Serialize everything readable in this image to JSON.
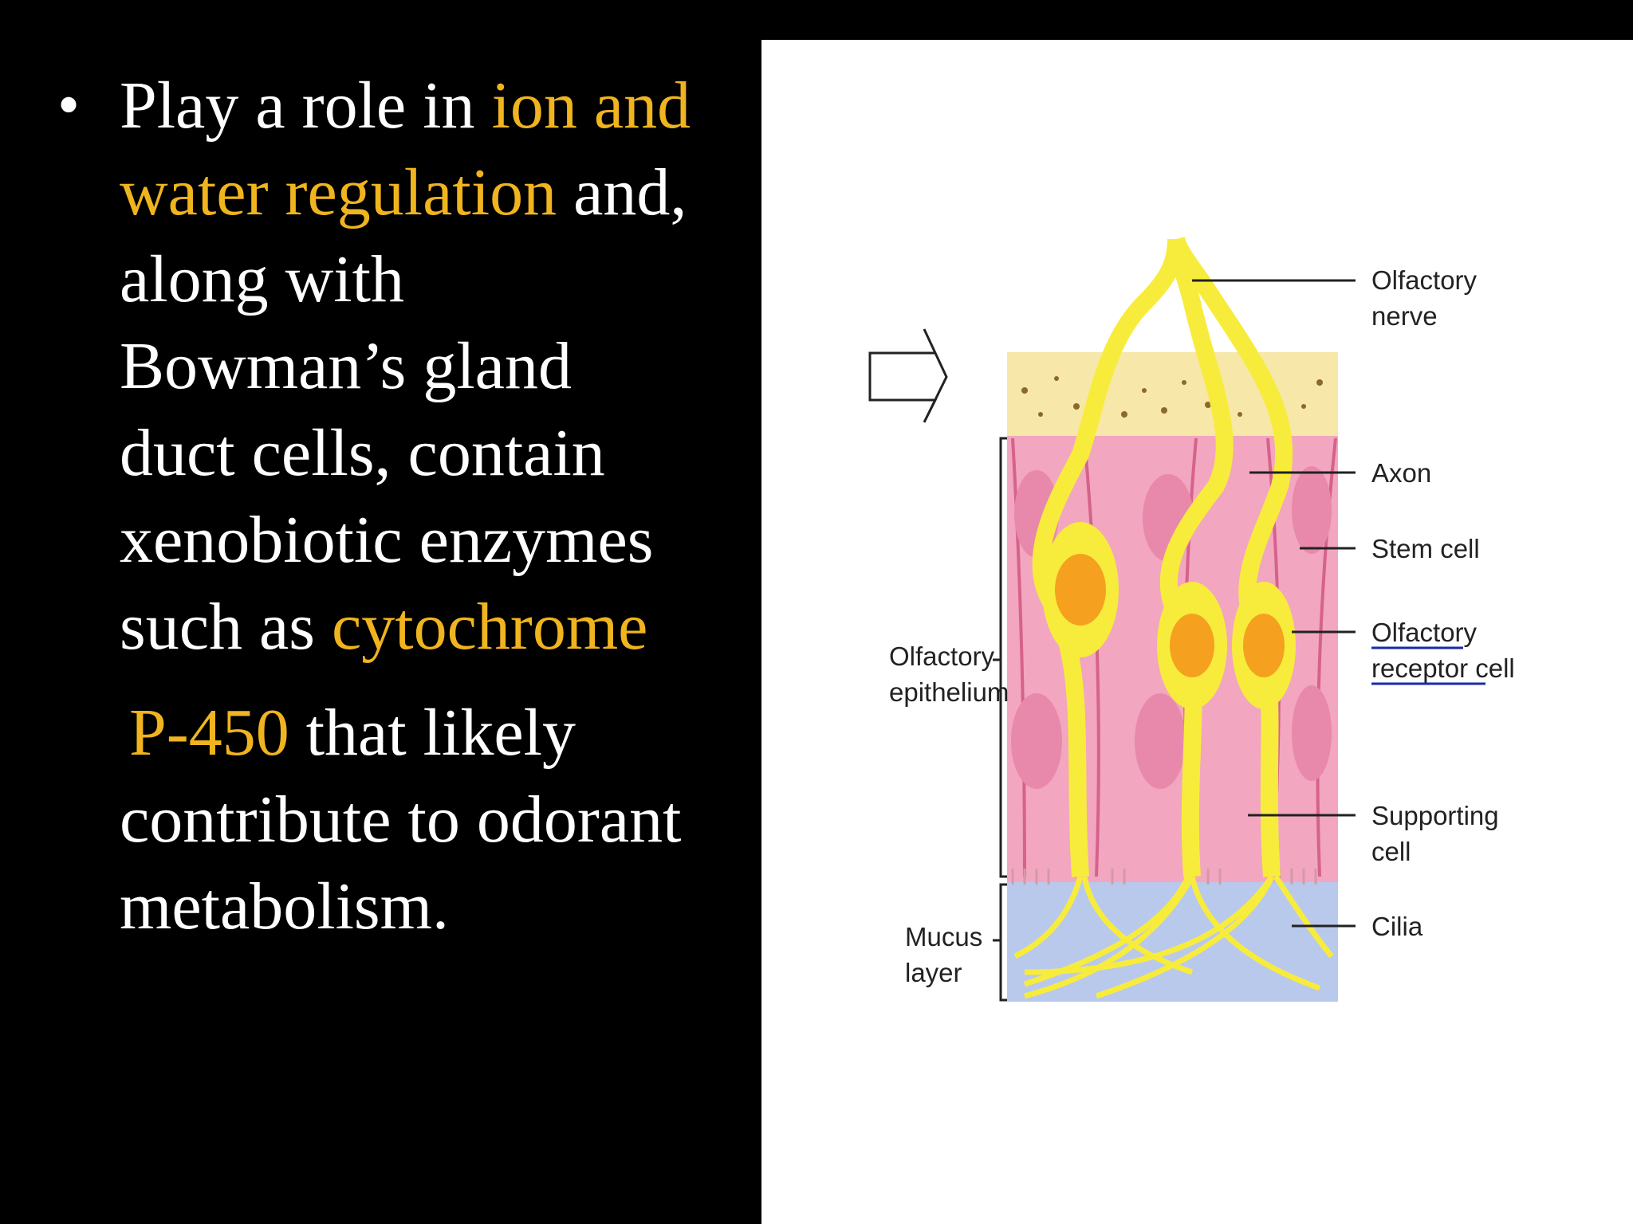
{
  "slide": {
    "bullet_symbol": "•",
    "lines": [
      [
        {
          "t": "Play a role in ",
          "hl": false
        },
        {
          "t": "ion and",
          "hl": true
        }
      ],
      [
        {
          "t": "water regulation",
          "hl": true
        },
        {
          "t": " and,",
          "hl": false
        }
      ],
      [
        {
          "t": "along with",
          "hl": false
        }
      ],
      [
        {
          "t": "Bowman’s gland",
          "hl": false
        }
      ],
      [
        {
          "t": "duct cells, contain",
          "hl": false
        }
      ],
      [
        {
          "t": "xenobiotic enzymes",
          "hl": false
        }
      ],
      [
        {
          "t": "such as ",
          "hl": false
        },
        {
          "t": "cytochrome",
          "hl": true
        }
      ],
      [
        {
          "t": "P-450",
          "hl": true
        },
        {
          "t": " that likely",
          "hl": false
        }
      ],
      [
        {
          "t": "contribute to odorant",
          "hl": false
        }
      ],
      [
        {
          "t": "metabolism.",
          "hl": false
        }
      ]
    ]
  },
  "colors": {
    "background": "#000000",
    "text": "#ffffff",
    "highlight": "#f0b41e",
    "epithelium": "#f2a6c0",
    "mucus": "#b9c9ec",
    "neuron": "#f7ec3c",
    "nucleus": "#f5a01e",
    "top_layer": "#f7e7a8"
  },
  "figure": {
    "labels": {
      "olfactory_nerve_1": "Olfactory",
      "olfactory_nerve_2": "nerve",
      "axon": "Axon",
      "stem_cell": "Stem cell",
      "receptor_1": "Olfactory",
      "receptor_2": "receptor cell",
      "supporting_1": "Supporting",
      "supporting_2": "cell",
      "cilia": "Cilia",
      "epithelium_1": "Olfactory",
      "epithelium_2": "epithelium",
      "mucus_1": "Mucus",
      "mucus_2": "layer"
    }
  }
}
